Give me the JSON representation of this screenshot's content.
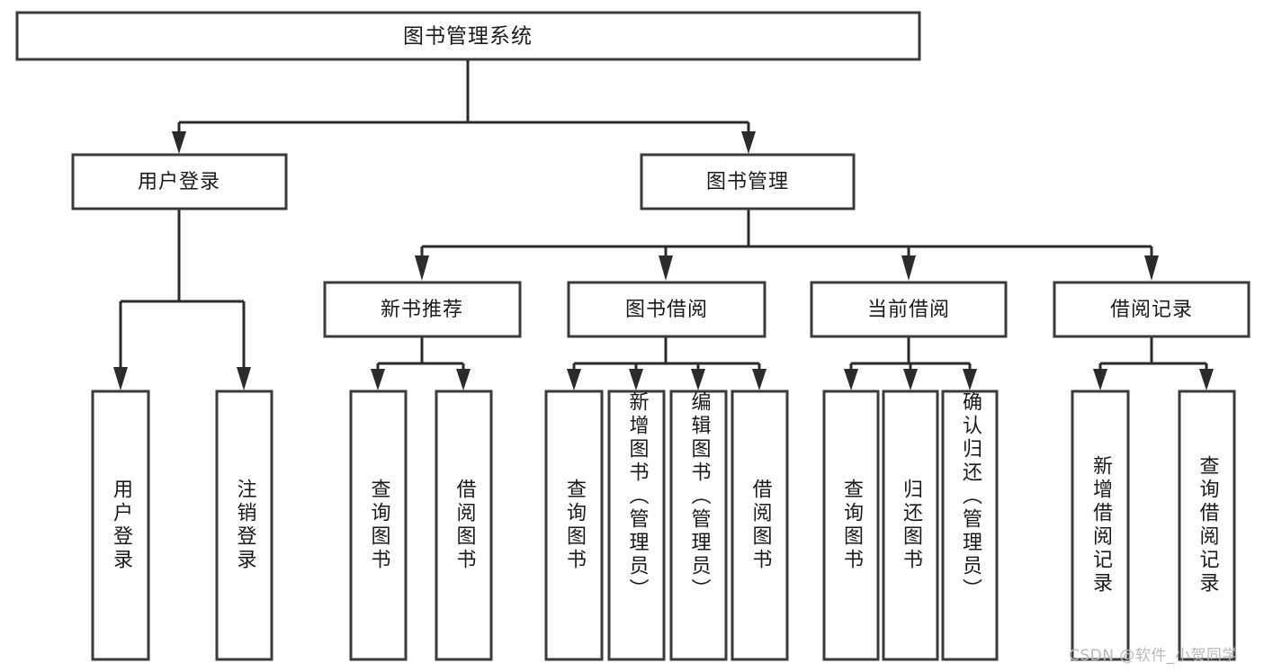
{
  "diagram": {
    "title": "图书管理系统",
    "type": "tree-hierarchy-chart",
    "watermark": "CSDN @软件_小贺同学",
    "colors": {
      "box_stroke": "#3b3b3b",
      "box_fill": "#ffffff",
      "connector": "#2b2b2b",
      "text": "#1a1a1a",
      "watermark": "#b9b9b9",
      "background": "#ffffff"
    }
  },
  "root": {
    "label": "图书管理系统"
  },
  "level1": [
    {
      "label": "用户登录"
    },
    {
      "label": "图书管理"
    }
  ],
  "level2": [
    {
      "label": "新书推荐"
    },
    {
      "label": "图书借阅"
    },
    {
      "label": "当前借阅"
    },
    {
      "label": "借阅记录"
    }
  ],
  "leaves": {
    "user_login": [
      {
        "label": "用户登录"
      },
      {
        "label": "注销登录"
      }
    ],
    "new_book_rec": [
      {
        "label": "查询图书"
      },
      {
        "label": "借阅图书"
      }
    ],
    "book_borrow": [
      {
        "label": "查询图书"
      },
      {
        "label": "新增图书（管理员）"
      },
      {
        "label": "编辑图书（管理员）"
      },
      {
        "label": "借阅图书"
      }
    ],
    "current_borrow": [
      {
        "label": "查询图书"
      },
      {
        "label": "归还图书"
      },
      {
        "label": "确认归还（管理员）"
      }
    ],
    "borrow_record": [
      {
        "label": "新增借阅记录"
      },
      {
        "label": "查询借阅记录"
      }
    ]
  }
}
